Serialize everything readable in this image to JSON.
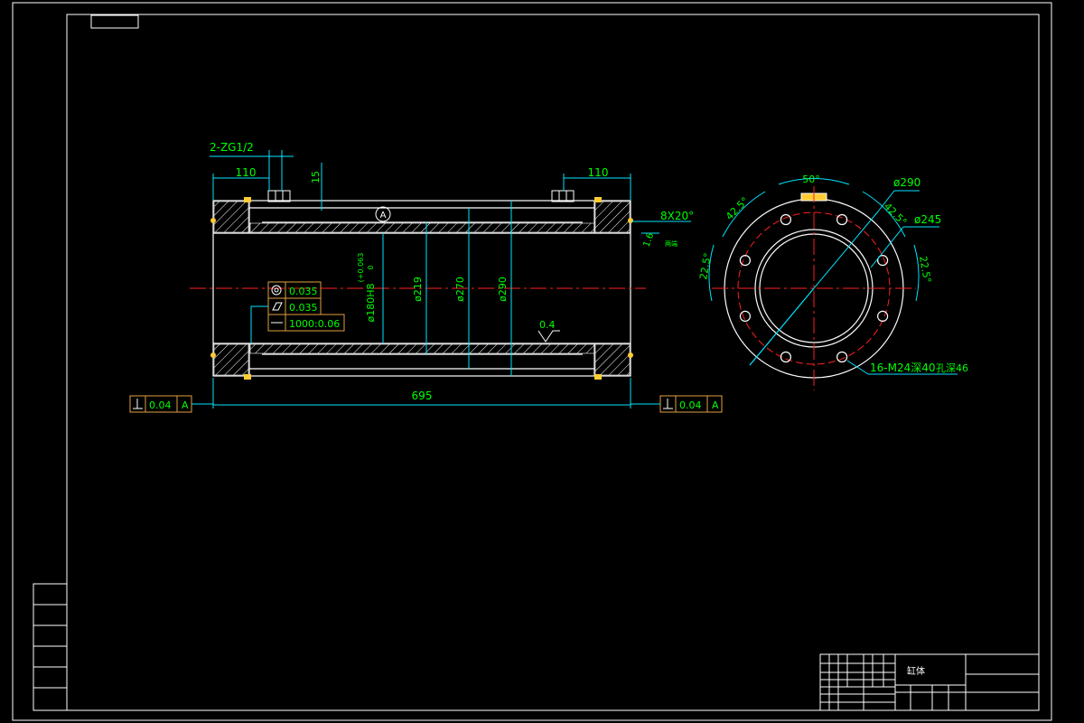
{
  "colors": {
    "background": "#000000",
    "frame": "#ffffff",
    "outline": "#ffffff",
    "dimension": "#00e5ff",
    "text_green": "#00ff00",
    "tolerance_box": "#e0a040",
    "centerline": "#ff2020",
    "hatch": "#ffffff",
    "weld_fill": "#ffcc33"
  },
  "header_tab": "",
  "front_view": {
    "thread_callout": "2-ZG1/2",
    "dim_left_110": "110",
    "dim_right_110": "110",
    "dim_15": "15",
    "datum_label": "A",
    "bore_dim": "ø180H8",
    "bore_tol_upper": "(+0.063",
    "bore_tol_lower": "0",
    "dia_219": "ø219",
    "dia_270": "ø270",
    "dia_290": "ø290",
    "chamfer": "8X20°",
    "chamfer_note": "两端",
    "roughness_small": "1.6",
    "roughness_inner": "0.4",
    "overall_length": "695",
    "tol_round": "0.035",
    "tol_cyl": "0.035",
    "tol_straight": "1000:0.06",
    "perp_left_value": "0.04",
    "perp_left_datum": "A",
    "perp_right_value": "0.04",
    "perp_right_datum": "A"
  },
  "side_view": {
    "angle_50": "50°",
    "angle_42_5_left": "42.5°",
    "angle_42_5_right": "42.5°",
    "angle_22_5_left": "22.5°",
    "angle_22_5_right": "22.5°",
    "dia_290": "ø290",
    "dia_245": "ø245",
    "bolt_callout": "16-M24深40",
    "bolt_callout_2": "孔深46"
  },
  "left_strip": {
    "rows": [
      "",
      "",
      "",
      "",
      "",
      ""
    ]
  },
  "title_block": {
    "part_name": "缸体",
    "sheet_text": "",
    "bottom_text": ""
  }
}
